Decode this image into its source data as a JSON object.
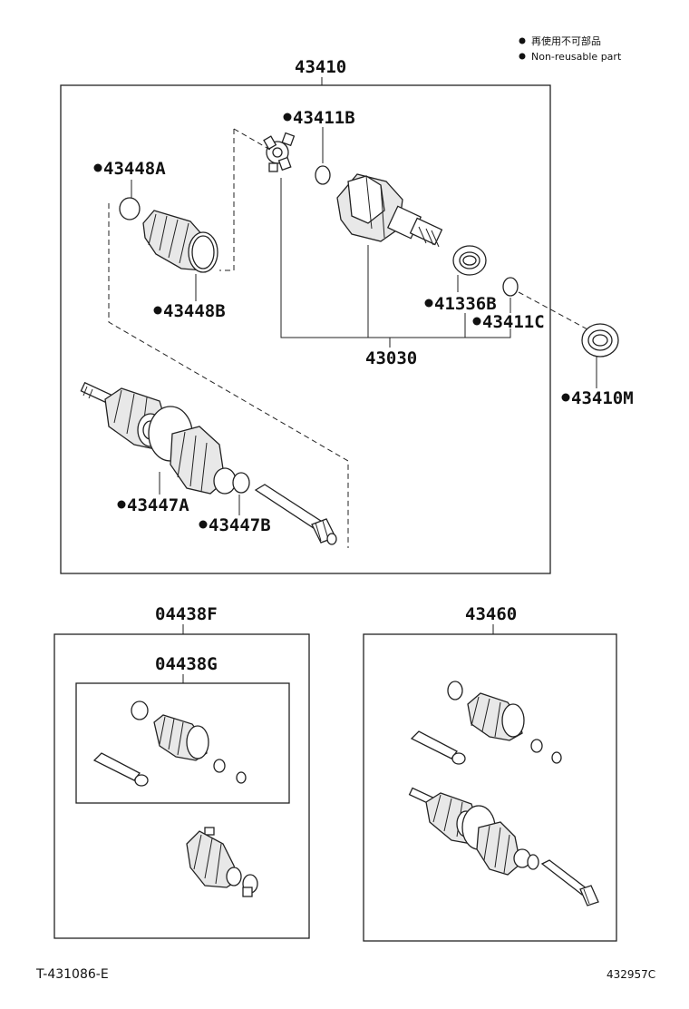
{
  "legend": {
    "marker_jp": "再使用不可部品",
    "marker_en": "Non-reusable part"
  },
  "labels": {
    "assy_main": "43410",
    "spider": "43411B",
    "boot_clamp_a": "43448A",
    "boot_clamp_b": "43448B",
    "seal": "41336B",
    "snap_ring_c": "43411C",
    "inboard_joint": "43030",
    "dust_seal": "43410M",
    "boot_clamp_47a": "43447A",
    "boot_clamp_47b": "43447B",
    "kit_f": "04438F",
    "kit_g": "04438G",
    "kit_460": "43460"
  },
  "footer": {
    "left_code": "T-431086-E",
    "right_code": "432957C"
  },
  "colors": {
    "line": "#222222",
    "marker": "#111111"
  }
}
